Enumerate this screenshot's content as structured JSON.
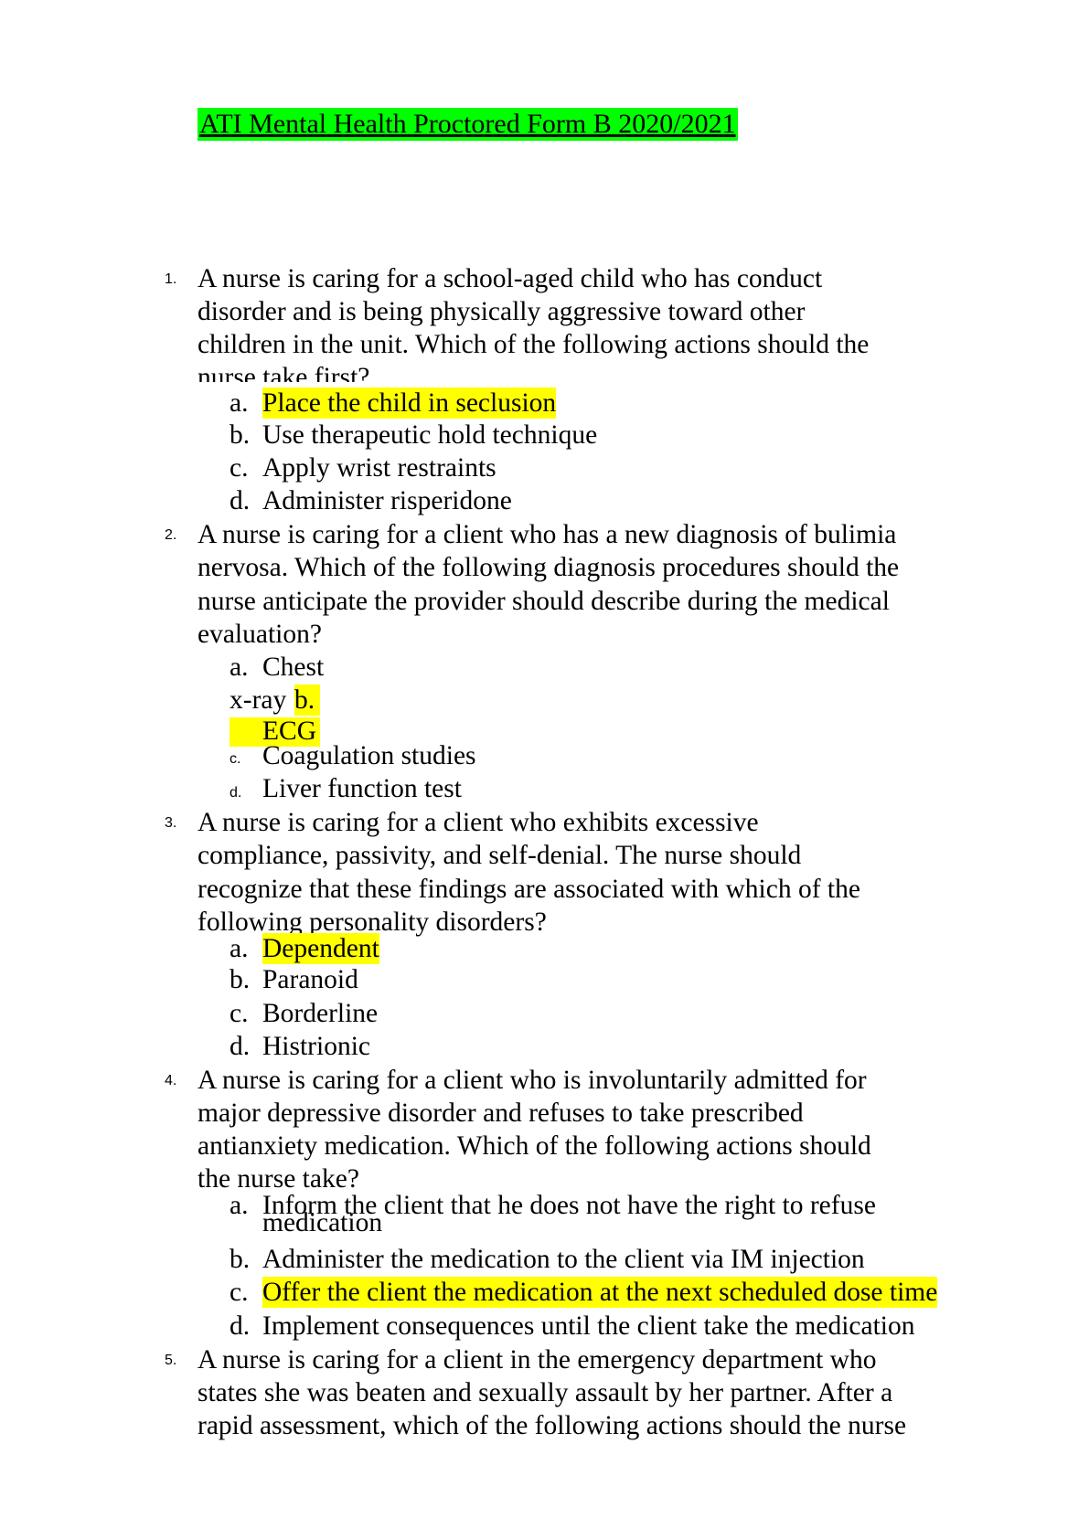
{
  "title": "ATI Mental Health Proctored Form B 2020/2021",
  "colors": {
    "title_highlight": "#00ff00",
    "answer_highlight": "#ffff00"
  },
  "questions": [
    {
      "number": "1.",
      "lines": [
        "A nurse is caring for a school-aged child who has conduct",
        "disorder and is being physically aggressive toward other",
        "children in the unit.  Which of the following actions should the",
        "nurse take first?"
      ],
      "options": [
        {
          "letter": "a.",
          "text": "Place the child in seclusion",
          "highlighted": true
        },
        {
          "letter": "b.",
          "text": "Use therapeutic hold technique",
          "highlighted": false
        },
        {
          "letter": "c.",
          "text": "Apply wrist restraints",
          "highlighted": false
        },
        {
          "letter": "d.",
          "text": "Administer risperidone",
          "highlighted": false
        }
      ]
    },
    {
      "number": "2.",
      "lines": [
        "A nurse is caring for a client who has a new diagnosis of bulimia",
        "nervosa. Which of the following diagnosis procedures should the",
        "nurse anticipate the provider should describe during the medical",
        "evaluation?"
      ],
      "options": [
        {
          "letter": "a.",
          "text": "Chest",
          "highlighted": false
        },
        {
          "letter": "x-ray",
          "text": "",
          "highlighted": false
        },
        {
          "letter": "b.",
          "text": "ECG",
          "highlighted": true
        },
        {
          "letter": "c.",
          "text": "Coagulation studies",
          "highlighted": false
        },
        {
          "letter": "d.",
          "text": "Liver function test",
          "highlighted": false
        }
      ]
    },
    {
      "number": "3.",
      "lines": [
        "A nurse is caring for a client who exhibits excessive",
        "compliance, passivity, and self-denial. The nurse should",
        "recognize that these findings are associated with which of the",
        "following personality disorders?"
      ],
      "options": [
        {
          "letter": "a.",
          "text": "Dependent",
          "highlighted": true
        },
        {
          "letter": "b.",
          "text": "Paranoid",
          "highlighted": false
        },
        {
          "letter": "c.",
          "text": "Borderline",
          "highlighted": false
        },
        {
          "letter": "d.",
          "text": "Histrionic",
          "highlighted": false
        }
      ]
    },
    {
      "number": "4.",
      "lines": [
        "A nurse is caring for a client who is involuntarily admitted for",
        "major depressive disorder and refuses to take prescribed",
        "antianxiety medication. Which of the following actions should",
        "the nurse take?"
      ],
      "options": [
        {
          "letter": "a.",
          "text": "Inform the client that he does not have the right to refuse",
          "text2": "medication",
          "highlighted": false
        },
        {
          "letter": "b.",
          "text": "Administer the medication to the client via IM injection",
          "highlighted": false
        },
        {
          "letter": "c.",
          "text": "Offer the client the medication at the next scheduled dose time",
          "highlighted": true
        },
        {
          "letter": "d.",
          "text": "Implement consequences until the client take the medication",
          "highlighted": false
        }
      ]
    },
    {
      "number": "5.",
      "lines": [
        "A nurse is caring for a client in the emergency department who",
        "states she was beaten and sexually assault by her partner. After a",
        "rapid assessment, which of the following actions should the nurse"
      ],
      "options": []
    }
  ]
}
